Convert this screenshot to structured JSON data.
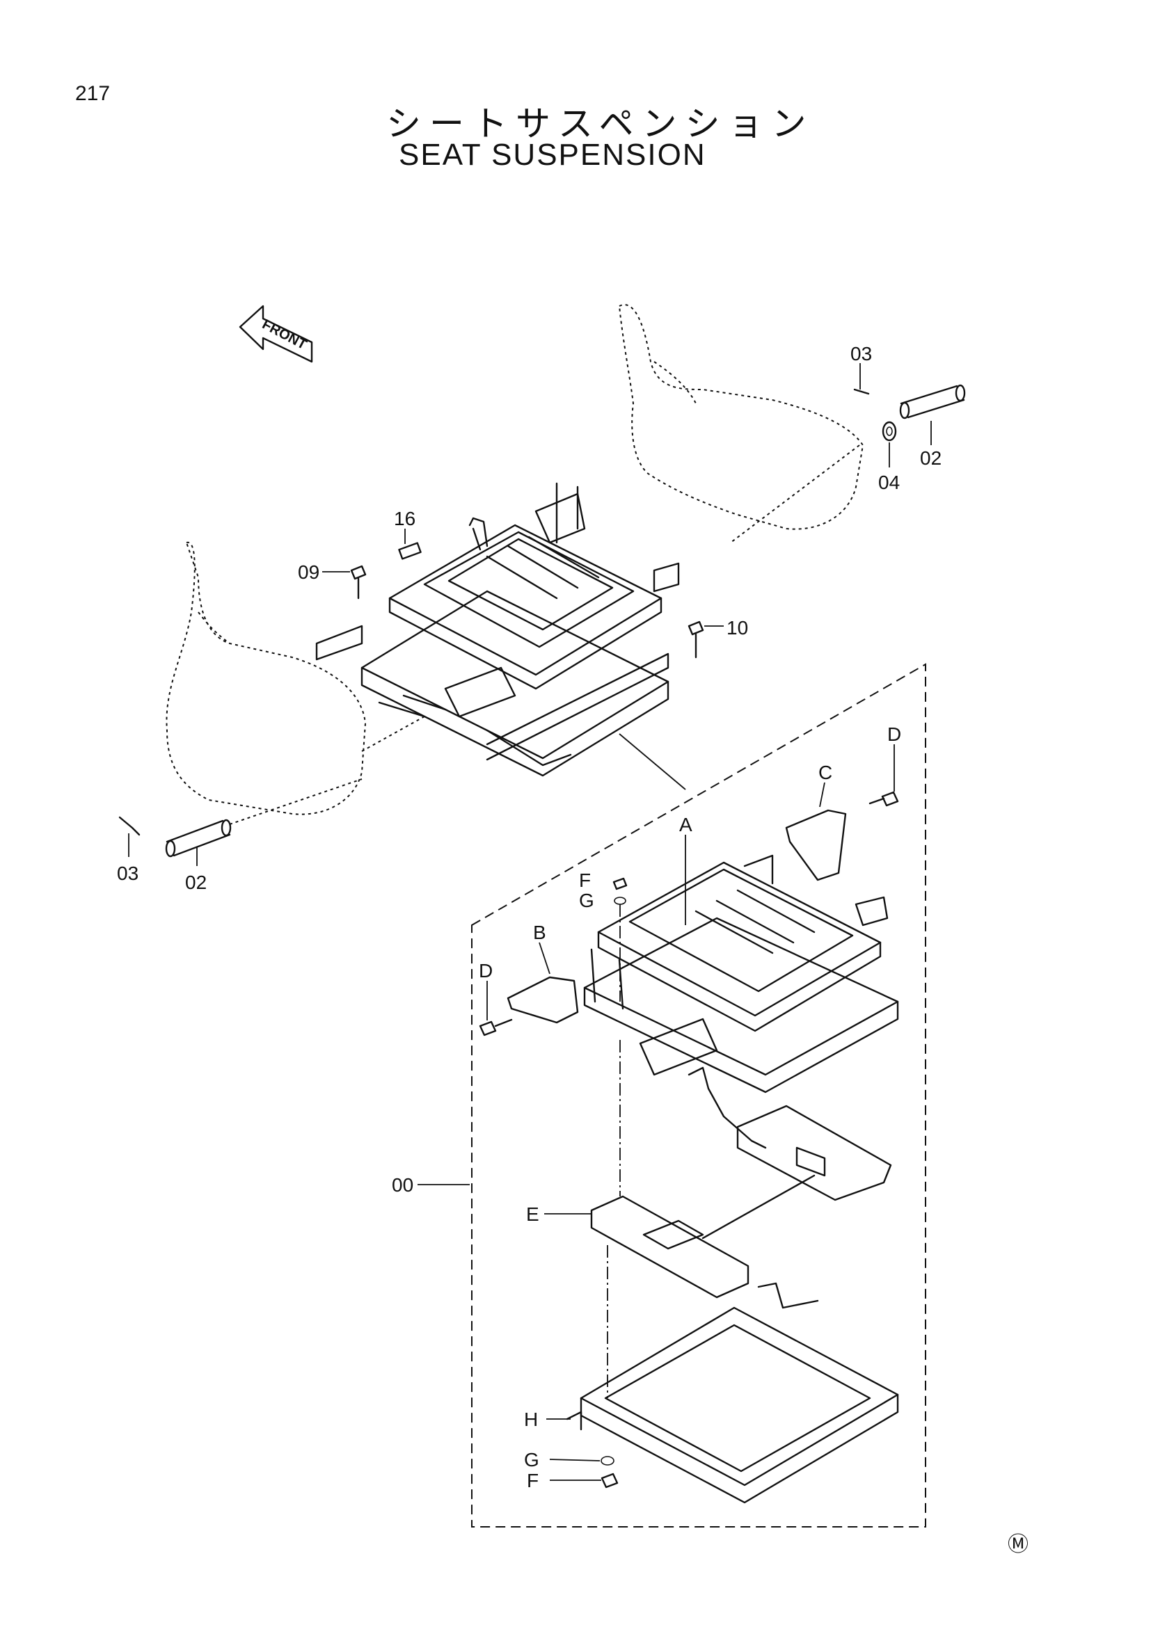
{
  "header": {
    "page_number": "217",
    "title_jp": "シートサスペンション",
    "title_en": "SEAT SUSPENSION"
  },
  "direction_arrow": {
    "label": "FRONT",
    "icon": "front-arrow-icon"
  },
  "callouts": {
    "p03_right": "03",
    "p02_right": "02",
    "p04": "04",
    "p16": "16",
    "p09": "09",
    "p10": "10",
    "p03_left": "03",
    "p02_left": "02",
    "pA": "A",
    "pB": "B",
    "pC": "C",
    "pD_right": "D",
    "pD_left": "D",
    "pF_top": "F",
    "pG_top": "G",
    "p00": "00",
    "pE": "E",
    "pH": "H",
    "pG_bottom": "G",
    "pF_bottom": "F"
  },
  "mark": "Ⓜ"
}
